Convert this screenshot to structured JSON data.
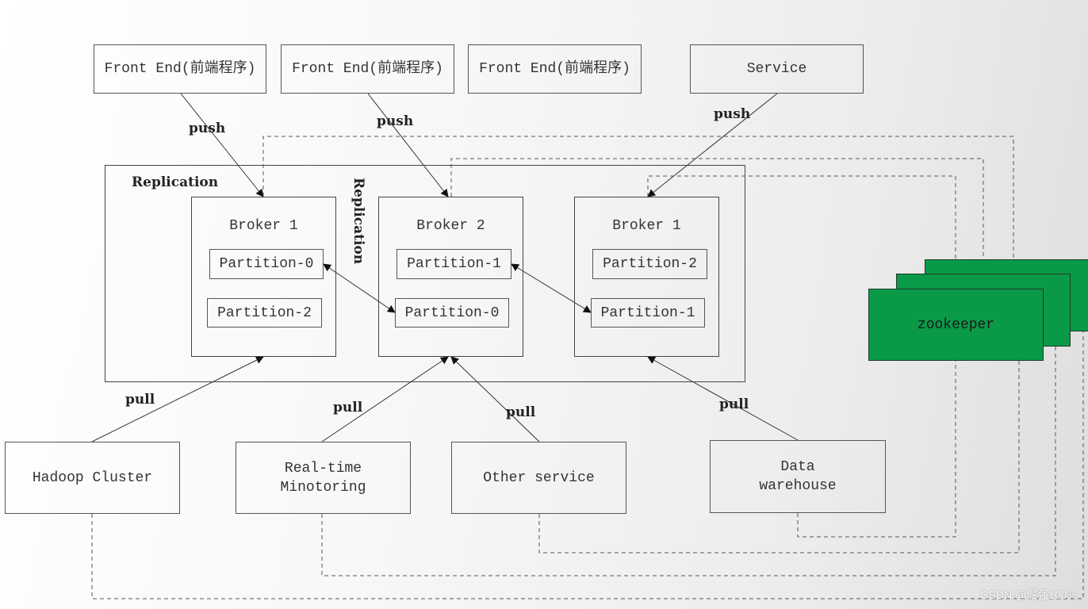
{
  "front_ends": [
    {
      "label": "Front End(前端程序)"
    },
    {
      "label": "Front End(前端程序)"
    },
    {
      "label": "Front End(前端程序)"
    }
  ],
  "service": {
    "label": "Service"
  },
  "edges": {
    "push": "push",
    "pull": "pull"
  },
  "replication": {
    "label": "Replication",
    "vertical_label": "Replication"
  },
  "brokers": [
    {
      "title": "Broker 1",
      "partitions": [
        "Partition-0",
        "Partition-2"
      ]
    },
    {
      "title": "Broker 2",
      "partitions": [
        "Partition-1",
        "Partition-0"
      ]
    },
    {
      "title": "Broker 1",
      "partitions": [
        "Partition-2",
        "Partition-1"
      ]
    }
  ],
  "consumers": [
    {
      "label": "Hadoop Cluster"
    },
    {
      "label_line1": "Real-time",
      "label_line2": "Minotoring"
    },
    {
      "label": "Other service"
    },
    {
      "label_line1": "Data",
      "label_line2": "warehouse"
    }
  ],
  "zookeeper": {
    "label": "zookeeper",
    "color": "#0a9a47"
  },
  "watermark": "CSDN @倔强100%"
}
